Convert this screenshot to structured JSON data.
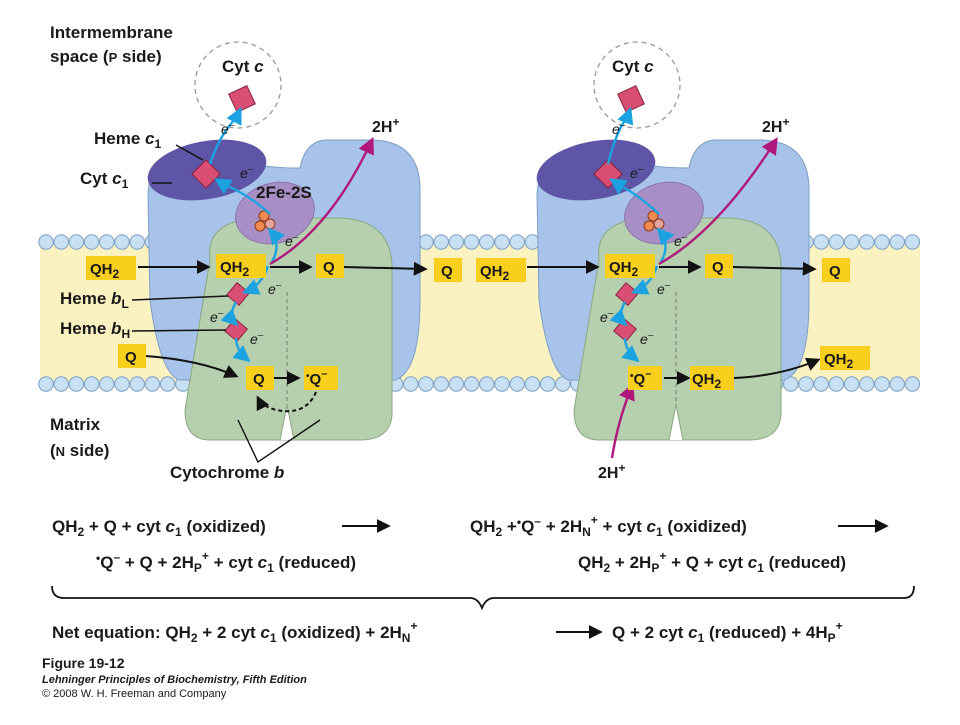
{
  "labels": {
    "intermembrane_1": "Intermembrane",
    "intermembrane_2a": "space (",
    "intermembrane_2b": "P",
    "intermembrane_2c": " side)",
    "matrix_1": "Matrix",
    "matrix_2a": "(",
    "matrix_2b": "N",
    "matrix_2c": " side)",
    "cyt": "Cyt",
    "c": "c",
    "one": "1",
    "heme": "Heme",
    "b": "b",
    "L": "L",
    "H": "H",
    "fes": "2Fe-2S",
    "cytb_main": "Cytochrome",
    "cytb_it": "b",
    "e": "e",
    "minus": "–",
    "proton": "2H",
    "plus": "+"
  },
  "boxes": {
    "qh2_a": "QH",
    "two": "2",
    "q": "Q",
    "qrad_dot": "•",
    "qrad_q": "Q",
    "qrad_minus": "–"
  },
  "equations": {
    "plus_sep": "+",
    "cyt": "cyt",
    "c": "c",
    "one": "1",
    "oxidized": "(oxidized)",
    "reduced": "(reduced)",
    "qh2": "QH",
    "two": "2",
    "q": "Q",
    "dot": "•",
    "minus": "–",
    "twoH": "2H",
    "P": "P",
    "N": "N",
    "plus": "+",
    "net_label": "Net equation:",
    "two_cyt": "2 cyt",
    "fourH": "4H"
  },
  "caption": {
    "figure": "Figure 19-12",
    "book": "Lehninger Principles of Biochemistry, Fifth Edition",
    "copyright": "© 2008 W. H. Freeman and Company"
  },
  "colors": {
    "membrane": "#fbf2c2",
    "head": "#c9dff3",
    "head_stroke": "#7c9fc6",
    "blue_protein": "#a8c3ea",
    "green_protein": "#b6cfae",
    "cyt_c1": "#5e55a6",
    "fes": "#a78fc6",
    "heme": "#d94e73",
    "qbox": "#f8cf1c",
    "electron": "#1aa3e0",
    "proton": "#b0187c"
  }
}
